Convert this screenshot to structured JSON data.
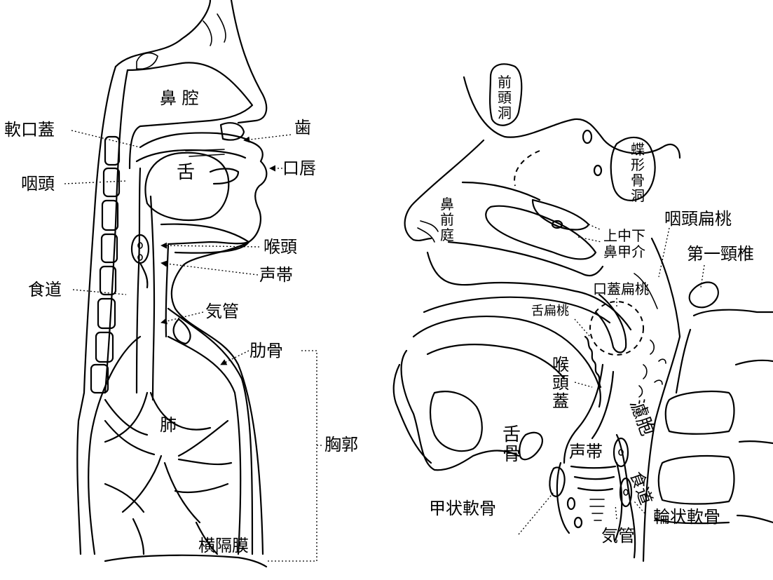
{
  "left_diagram": {
    "labels": {
      "nasal_cavity": "鼻 腔",
      "soft_palate": "軟口蓋",
      "teeth": "歯",
      "tongue": "舌",
      "lips": "口唇",
      "pharynx": "咽頭",
      "larynx": "喉頭",
      "vocal_cords": "声帯",
      "esophagus": "食道",
      "trachea": "気管",
      "ribs": "肋骨",
      "lung": "肺",
      "thorax": "胸郭",
      "diaphragm": "横隔膜"
    }
  },
  "right_diagram": {
    "labels": {
      "frontal_sinus": "前頭洞",
      "sphenoid_sinus": "蝶形骨洞",
      "nasal_vestibule": "鼻前庭",
      "pharyngeal_tonsil": "咽頭扁桃",
      "turbinates_top": "上中下",
      "turbinates_bottom": "鼻甲介",
      "first_cervical": "第一頸椎",
      "palatine_tonsil": "口蓋扁桃",
      "lingual_tonsil": "舌扁桃",
      "epiglottis": "喉頭蓋",
      "follicles": "濾胞",
      "hyoid": "舌骨",
      "vocal_cords": "声帯",
      "esophagus": "食道",
      "thyroid_cartilage": "甲状軟骨",
      "cricoid_cartilage": "輪状軟骨",
      "trachea": "気管"
    }
  }
}
